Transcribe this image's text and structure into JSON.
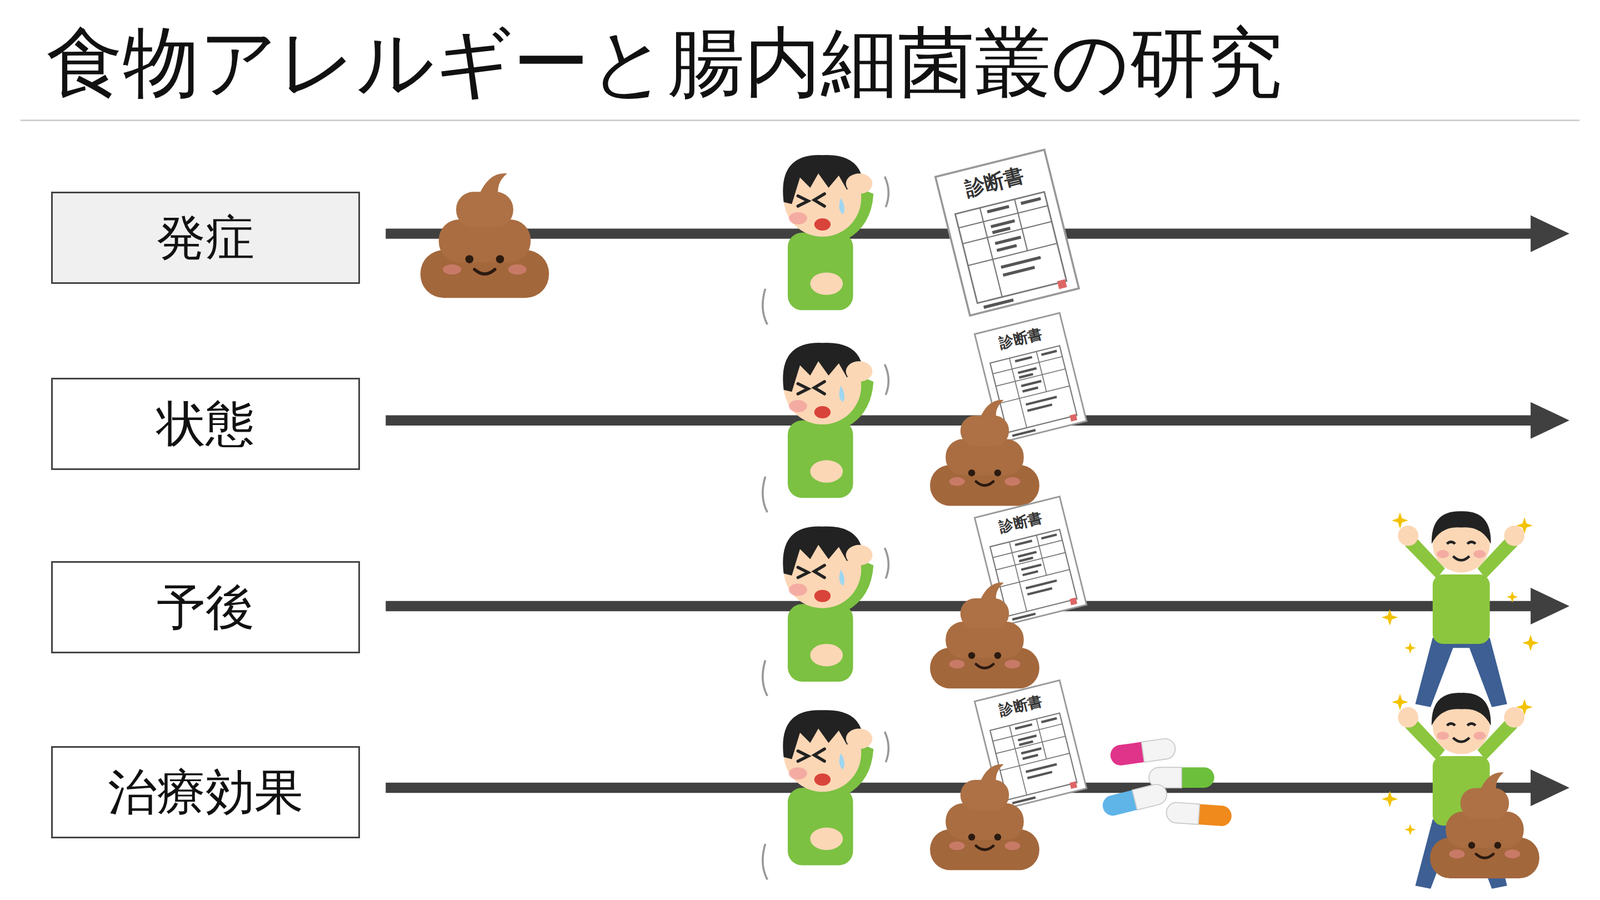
{
  "diagram": {
    "title": "食物アレルギーと腸内細菌叢の研究",
    "nodes": [
      {
        "text": [
          "発症"
        ]
      },
      {
        "text": [
          "状態"
        ]
      },
      {
        "text": [
          "予後"
        ]
      },
      {
        "text": [
          "治療効果"
        ]
      }
    ],
    "labels": [
      "診断書",
      "診断書",
      "診断書",
      "診断書"
    ]
  }
}
